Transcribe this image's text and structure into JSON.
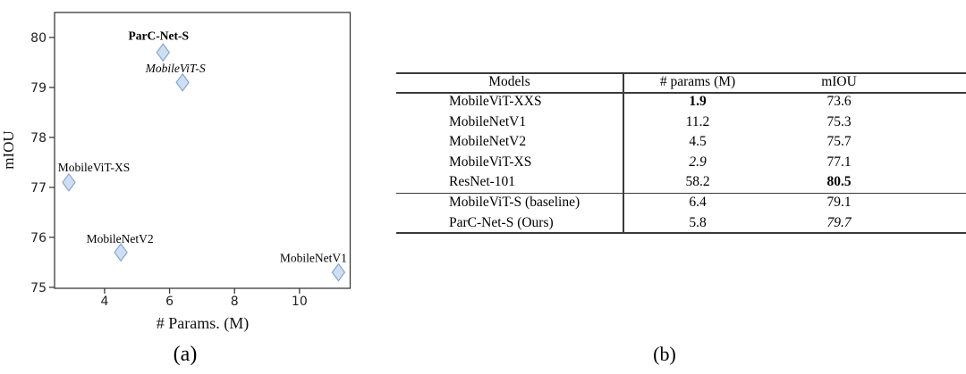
{
  "captions": {
    "a": "(a)",
    "b": "(b)"
  },
  "colors": {
    "axis": "#3a3a3a",
    "tick_text": "#222222",
    "rule": "#3a3a3a",
    "marker_fill": "#cfdff3",
    "marker_stroke": "#8aa5cd",
    "label_text": "#000000"
  },
  "chart_data": {
    "type": "scatter",
    "title": "",
    "xlabel": "# Params. (M)",
    "ylabel": "mIOU",
    "xlim": [
      2.46,
      11.56
    ],
    "ylim": [
      74.98,
      80.5
    ],
    "xticks": [
      4,
      6,
      8,
      10
    ],
    "yticks": [
      75,
      76,
      77,
      78,
      79,
      80
    ],
    "grid": false,
    "legend": "none",
    "marker": "thin-diamond",
    "points": [
      {
        "label": "ParC-Net-S",
        "x": 5.8,
        "y": 79.7,
        "label_style": "bold",
        "label_dx": -5,
        "label_dy": -19
      },
      {
        "label": "MobileViT-S",
        "x": 6.4,
        "y": 79.1,
        "label_style": "italic",
        "label_dx": -8,
        "label_dy": -16
      },
      {
        "label": "MobileViT-XS",
        "x": 2.9,
        "y": 77.1,
        "label_style": "normal",
        "label_dx": 28,
        "label_dy": -17
      },
      {
        "label": "MobileNetV2",
        "x": 4.5,
        "y": 75.7,
        "label_style": "normal",
        "label_dx": -1,
        "label_dy": -15
      },
      {
        "label": "MobileNetV1",
        "x": 11.2,
        "y": 75.3,
        "label_style": "normal",
        "label_dx": -28,
        "label_dy": -16
      }
    ]
  },
  "table": {
    "columns": [
      "Models",
      "# params (M)",
      "mIOU"
    ],
    "body_top": [
      {
        "model": "MobileViT-XXS",
        "params": "1.9",
        "miou": "73.6",
        "params_style": "bold",
        "miou_style": "normal"
      },
      {
        "model": "MobileNetV1",
        "params": "11.2",
        "miou": "75.3",
        "params_style": "normal",
        "miou_style": "normal"
      },
      {
        "model": "MobileNetV2",
        "params": "4.5",
        "miou": "75.7",
        "params_style": "normal",
        "miou_style": "normal"
      },
      {
        "model": "MobileViT-XS",
        "params": "2.9",
        "miou": "77.1",
        "params_style": "italic",
        "miou_style": "normal"
      },
      {
        "model": "ResNet-101",
        "params": "58.2",
        "miou": "80.5",
        "params_style": "normal",
        "miou_style": "bold"
      }
    ],
    "body_bottom": [
      {
        "model": "MobileViT-S (baseline)",
        "params": "6.4",
        "miou": "79.1",
        "params_style": "normal",
        "miou_style": "normal"
      },
      {
        "model": "ParC-Net-S (Ours)",
        "params": "5.8",
        "miou": "79.7",
        "params_style": "normal",
        "miou_style": "italic"
      }
    ]
  }
}
